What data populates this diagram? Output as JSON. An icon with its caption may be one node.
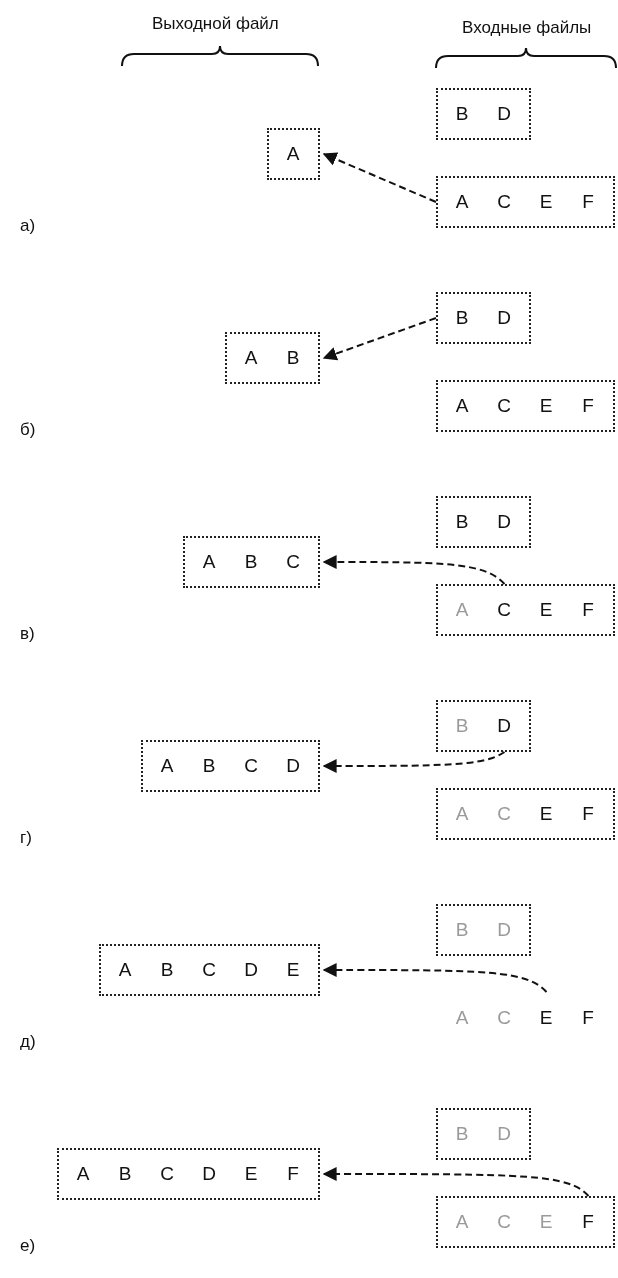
{
  "diagram": {
    "nodes": [
      {
        "text": [
          "B",
          "D"
        ]
      },
      {
        "text": [
          "A"
        ]
      },
      {
        "text": [
          "A",
          "C",
          "E",
          "F"
        ]
      },
      {
        "text": [
          "B",
          "D"
        ]
      },
      {
        "text": [
          "A",
          "B"
        ]
      },
      {
        "text": [
          "A",
          "C",
          "E",
          "F"
        ]
      },
      {
        "text": [
          "B",
          "D"
        ]
      },
      {
        "text": [
          "A",
          "B",
          "C"
        ]
      },
      {
        "text": [
          "A",
          "C",
          "E",
          "F"
        ]
      },
      {
        "text": [
          "B",
          "D"
        ]
      },
      {
        "text": [
          "A",
          "B",
          "C",
          "D"
        ]
      },
      {
        "text": [
          "A",
          "C",
          "E",
          "F"
        ]
      },
      {
        "text": [
          "B",
          "D"
        ]
      },
      {
        "text": [
          "A",
          "B",
          "C",
          "D",
          "E"
        ]
      },
      {
        "text": [
          "A",
          "C",
          "E",
          "F"
        ]
      },
      {
        "text": [
          "B",
          "D"
        ]
      },
      {
        "text": [
          "A",
          "B",
          "C",
          "D",
          "E",
          "F"
        ]
      },
      {
        "text": [
          "A",
          "C",
          "E",
          "F"
        ]
      }
    ],
    "edges": [
      {
        "from": 2,
        "to": 1,
        "arrow": "to",
        "style": "dashed"
      },
      {
        "from": 3,
        "to": 4,
        "arrow": "to",
        "style": "dashed"
      },
      {
        "from": 8,
        "to": 7,
        "arrow": "to",
        "style": "dashed"
      },
      {
        "from": 9,
        "to": 10,
        "arrow": "to",
        "style": "dashed"
      },
      {
        "from": 14,
        "to": 13,
        "arrow": "to",
        "style": "dashed"
      },
      {
        "from": 17,
        "to": 16,
        "arrow": "to",
        "style": "dashed"
      }
    ],
    "labels": [
      "Выходной файл",
      "Входные файлы",
      "а)",
      "б)",
      "в)",
      "г)",
      "д)",
      "е)"
    ]
  }
}
